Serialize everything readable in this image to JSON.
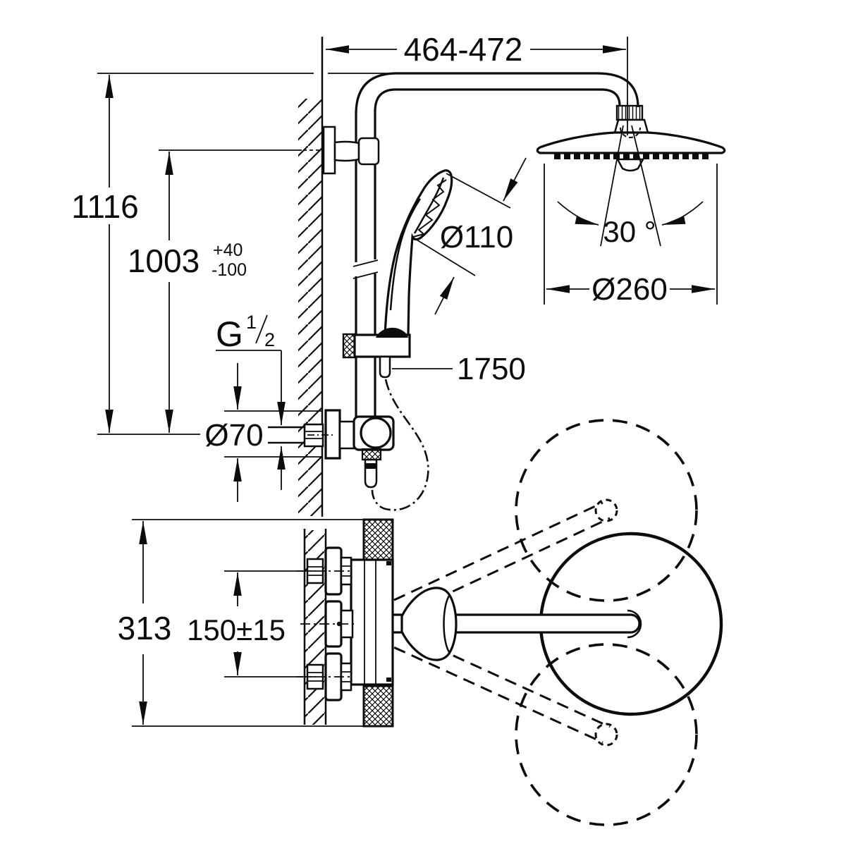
{
  "page": {
    "background": "#ffffff",
    "line_color": "#0c0c0c",
    "type": "technical-installation-drawing"
  },
  "labels": {
    "arm_projection": "464-472",
    "overall_height": "1116",
    "headshower_height": "1003",
    "headshower_height_tol_upper": "+40",
    "headshower_height_tol_lower": "-100",
    "thread_letter": "G",
    "thread_numerator": "1",
    "thread_denominator": "2",
    "handshower_diameter": "Ø110",
    "spray_angle": "30 °",
    "headshower_diameter": "Ø260",
    "hose_length": "1750",
    "escutcheon_diameter": "Ø70",
    "valve_width": "313",
    "connection_distance": "150±15"
  }
}
